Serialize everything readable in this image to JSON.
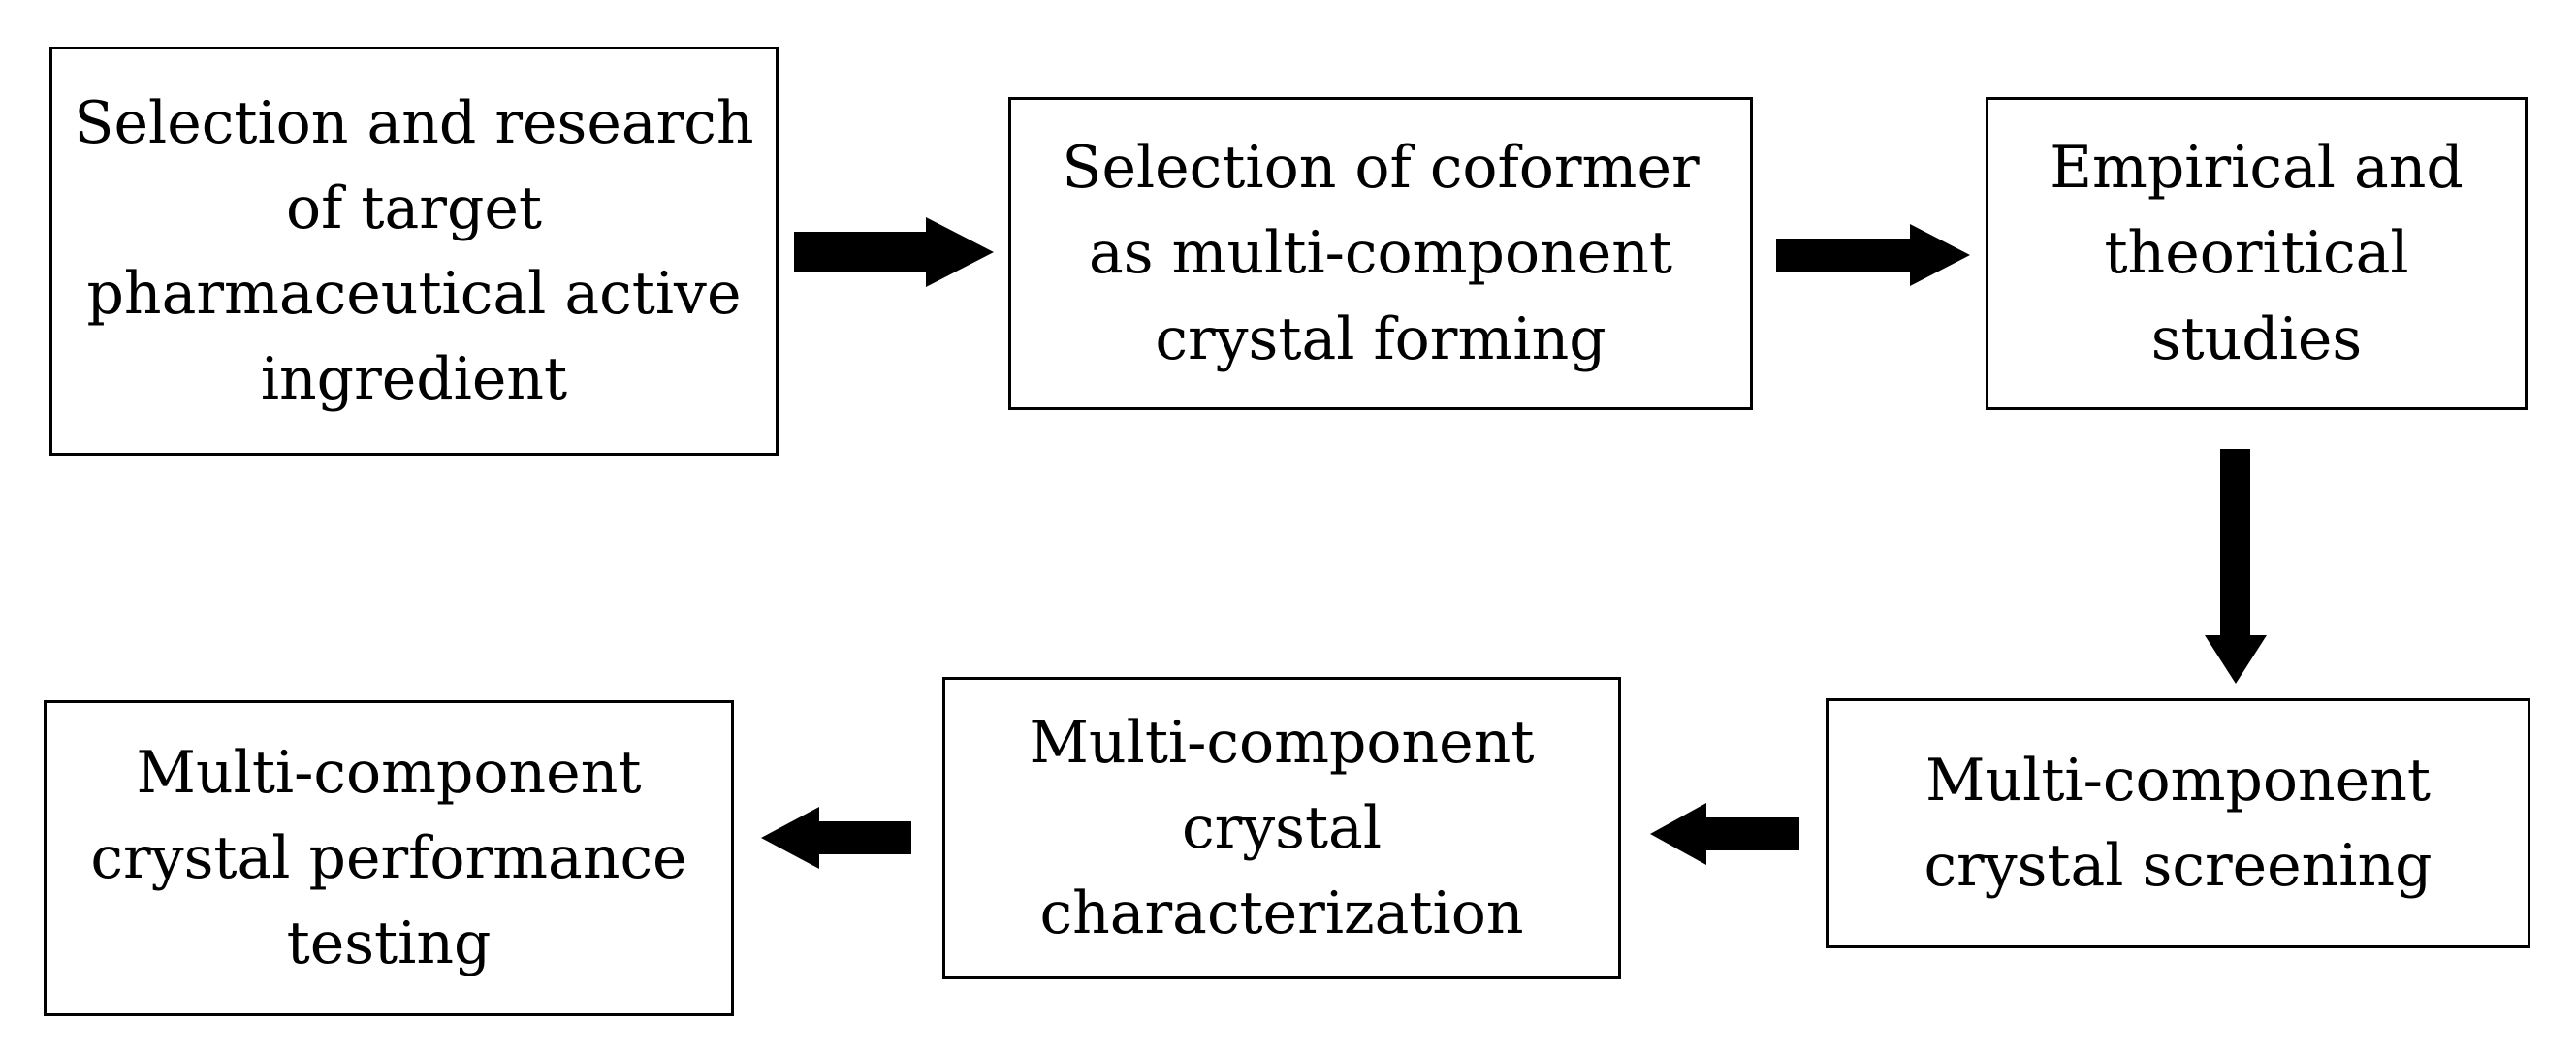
{
  "steps": [
    {
      "id": "step-1",
      "text": "Selection and research of target pharmaceutical active ingredient"
    },
    {
      "id": "step-2",
      "text": "Selection of coformer as multi-component crystal forming"
    },
    {
      "id": "step-3",
      "text": "Empirical and theoritical studies"
    },
    {
      "id": "step-4",
      "text": "Multi-component crystal screening"
    },
    {
      "id": "step-5",
      "text": "Multi-component crystal characterization"
    },
    {
      "id": "step-6",
      "text": "Multi-component crystal performance testing"
    }
  ],
  "flow": [
    {
      "from": "step-1",
      "to": "step-2",
      "direction": "right"
    },
    {
      "from": "step-2",
      "to": "step-3",
      "direction": "right"
    },
    {
      "from": "step-3",
      "to": "step-4",
      "direction": "down"
    },
    {
      "from": "step-4",
      "to": "step-5",
      "direction": "left"
    },
    {
      "from": "step-5",
      "to": "step-6",
      "direction": "left"
    }
  ],
  "colors": {
    "border": "#000000",
    "arrow": "#000000",
    "background": "#ffffff"
  }
}
